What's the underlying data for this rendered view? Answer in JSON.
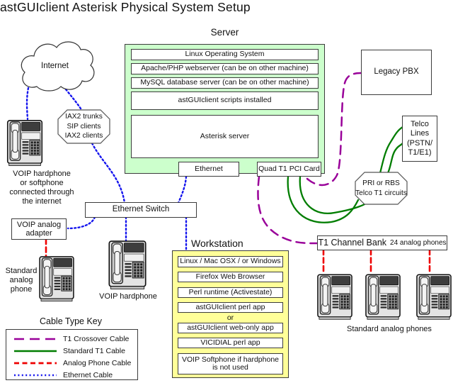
{
  "title": "astGUIclient Asterisk Physical System Setup",
  "colors": {
    "t1_crossover": "#990099",
    "standard_t1": "#007d00",
    "analog_phone": "#ee0000",
    "ethernet": "#1515ee",
    "server_bg": "#ccffcc",
    "workstation_bg": "#ffff99"
  },
  "server": {
    "label": "Server",
    "items": [
      "Linux Operating System",
      "Apache/PHP webserver (can be on other machine)",
      "MySQL database server (can be on other machine)",
      "astGUIclient scripts installed",
      "Asterisk server"
    ],
    "ethernet_port": "Ethernet",
    "t1_card": "Quad T1 PCI Card"
  },
  "workstation": {
    "label": "Workstation",
    "items": [
      "Linux / Mac OSX / or Windows",
      "Firefox Web Browser",
      "Perl runtime (Activestate)",
      "astGUIclient perl app",
      "astGUIclient web-only app",
      "VICIDIAL perl app",
      "VOIP Softphone if hardphone is not used"
    ],
    "or_label": "or"
  },
  "nodes": {
    "internet": "Internet",
    "legacy_pbx": "Legacy PBX",
    "telco_lines": "Telco\nLines\n(PSTN/\nT1/E1)",
    "iax2": "IAX2 trunks\nSIP clients\nIAX2 clients",
    "pri": "PRI or RBS\nTelco T1 circuits",
    "ethernet_switch": "Ethernet Switch",
    "voip_adapter": "VOIP analog\nadapter",
    "t1_channel_bank": "T1 Channel Bank",
    "t1_channel_bank_note": "24 analog phones"
  },
  "phones": {
    "internet_phone": "VOIP hardphone\nor softphone\nconnected through\nthe internet",
    "analog_phone": "Standard\nanalog\nphone",
    "voip_hardphone": "VOIP hardphone",
    "analog_phones": "Standard analog phones"
  },
  "legend": {
    "title": "Cable Type Key",
    "entries": [
      {
        "label": "T1 Crossover Cable",
        "color": "#990099"
      },
      {
        "label": "Standard T1 Cable",
        "color": "#007d00"
      },
      {
        "label": "Analog Phone Cable",
        "color": "#ee0000"
      },
      {
        "label": "Ethernet Cable",
        "color": "#1515ee"
      }
    ]
  }
}
